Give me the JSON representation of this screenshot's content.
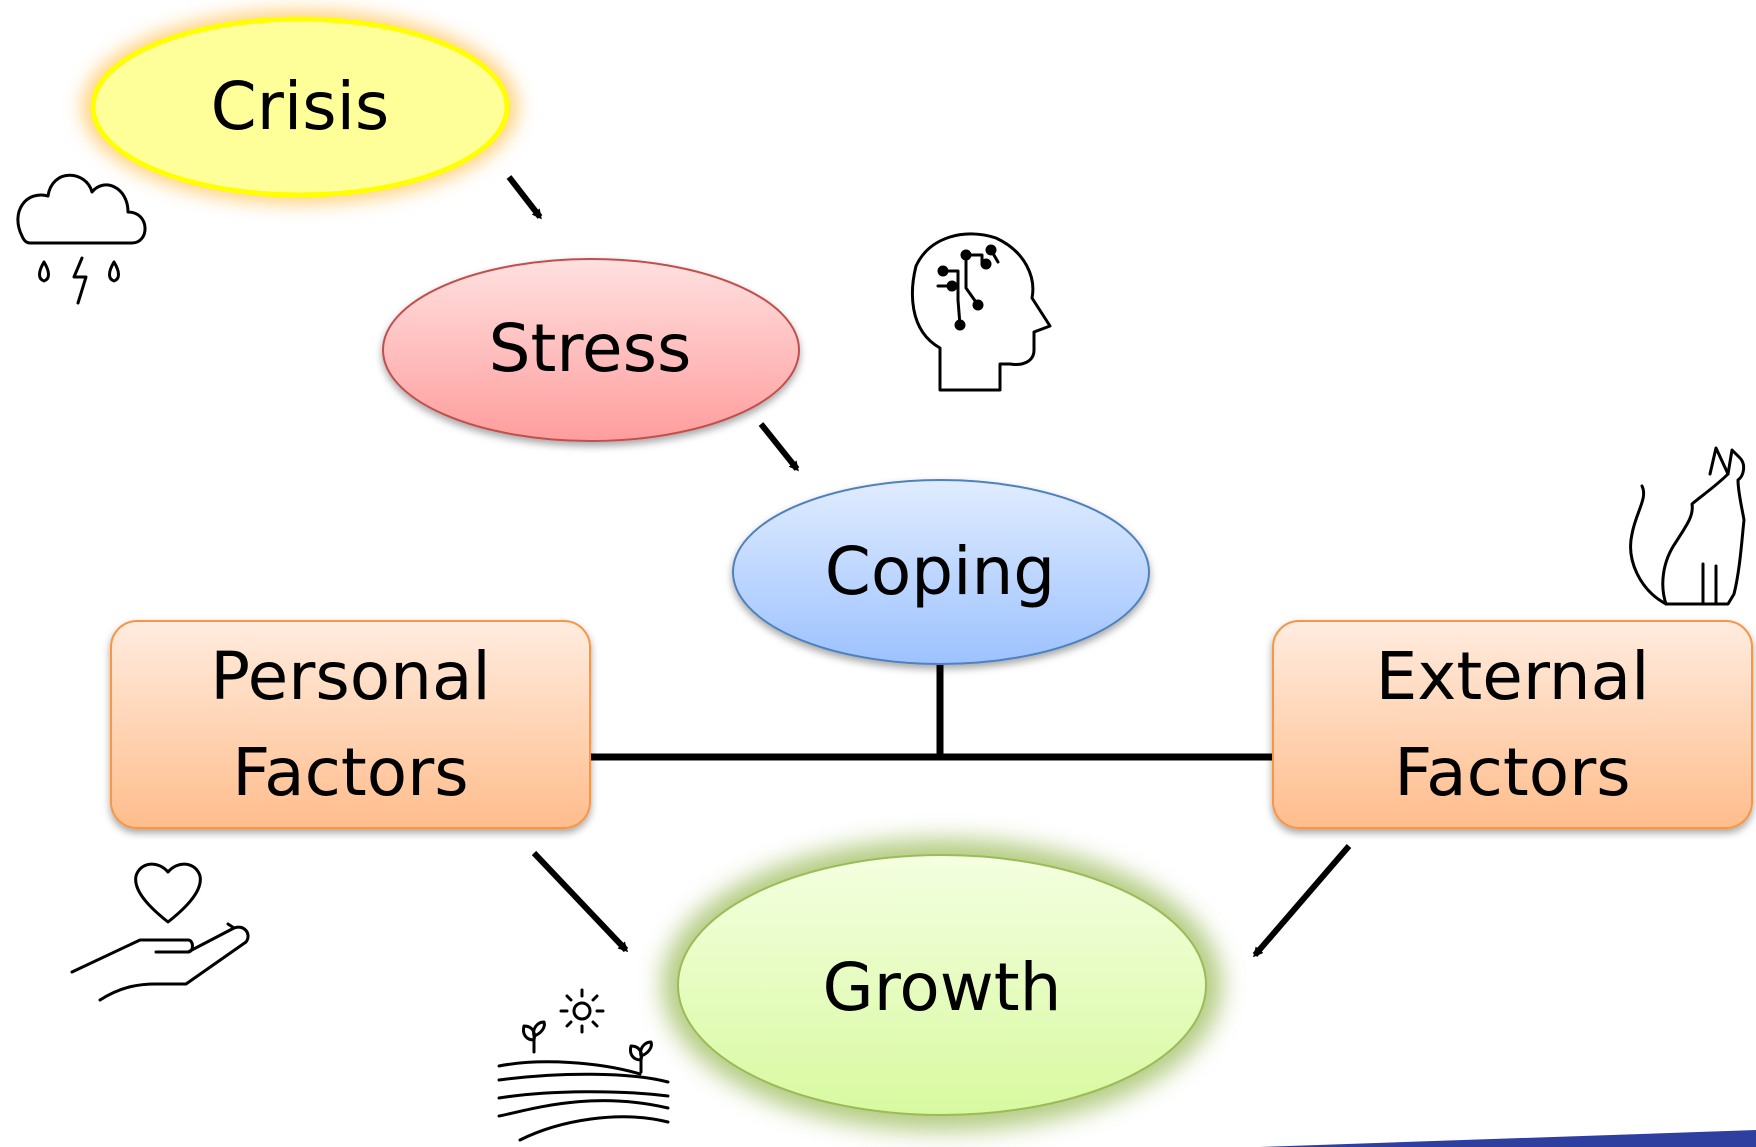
{
  "nodes": {
    "crisis": "Crisis",
    "stress": "Stress",
    "coping": "Coping",
    "personal_factors": "Personal\nFactors",
    "external_factors": "External\nFactors",
    "growth": "Growth"
  },
  "colors": {
    "crisis_fill": "#ffff99",
    "crisis_stroke": "#ffff00",
    "crisis_glow": "#ffc864",
    "stress_fill_top": "#ffe0e0",
    "stress_fill_bottom": "#ff9d9d",
    "stress_stroke": "#c0504d",
    "coping_fill_top": "#e0ecff",
    "coping_fill_bottom": "#9dc2ff",
    "coping_stroke": "#4f81bd",
    "factors_fill_top": "#ffecdf",
    "factors_fill_bottom": "#ffbd8c",
    "factors_stroke": "#f79646",
    "growth_fill_top": "#f4ffe0",
    "growth_fill_bottom": "#d8f9a0",
    "growth_stroke": "#9bbb59",
    "growth_glow": "#9bbb59",
    "connector": "#000000",
    "corner_band": "#2e3fa0"
  },
  "icons": {
    "crisis": "storm-cloud-icon",
    "coping": "brain-circuit-head-icon",
    "external": "cat-icon",
    "personal": "heart-in-hand-icon",
    "growth": "sun-field-sprouts-icon"
  }
}
